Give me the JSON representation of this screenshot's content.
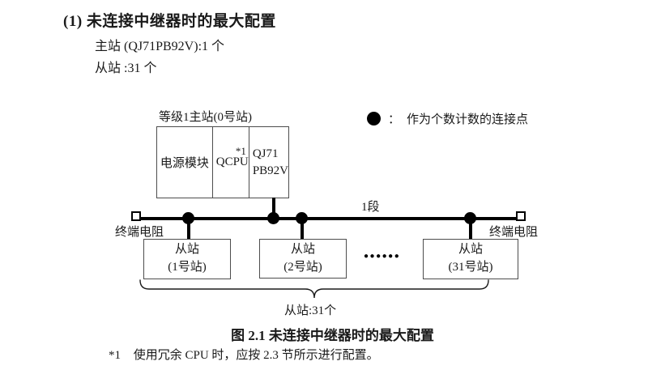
{
  "doc": {
    "heading": "(1) 未连接中继器时的最大配置",
    "master_line": "主站 (QJ71PB92V):1 个",
    "slave_line": "从站 :31 个",
    "caption": "图 2.1 未连接中继器时的最大配置",
    "footnote": {
      "marker": "*1",
      "text": "使用冗余 CPU 时，应按 2.3 节所示进行配置。"
    }
  },
  "diagram": {
    "master": {
      "label": "等级1主站(0号站)",
      "cells": [
        {
          "label": "电源模块"
        },
        {
          "label": "QCPU",
          "sup": "*1"
        },
        {
          "line1": "QJ71",
          "line2": "PB92V"
        }
      ]
    },
    "legend": {
      "symbol_name": "connection-point-dot-icon",
      "separator": "：",
      "text": "作为个数计数的连接点"
    },
    "segment_label": "1段",
    "terminators": {
      "left": "终端电阻",
      "right": "终端电阻"
    },
    "slaves": [
      {
        "line1": "从站",
        "line2": "(1号站)"
      },
      {
        "line1": "从站",
        "line2": "(2号站)"
      },
      {
        "line1": "从站",
        "line2": "(31号站)"
      }
    ],
    "ellipsis": "●●●●●●",
    "brace_label": "从站:31个",
    "colors": {
      "line": "#000000",
      "box_border": "#4d4d4d",
      "text": "#1a1a1a",
      "background": "#ffffff"
    }
  }
}
